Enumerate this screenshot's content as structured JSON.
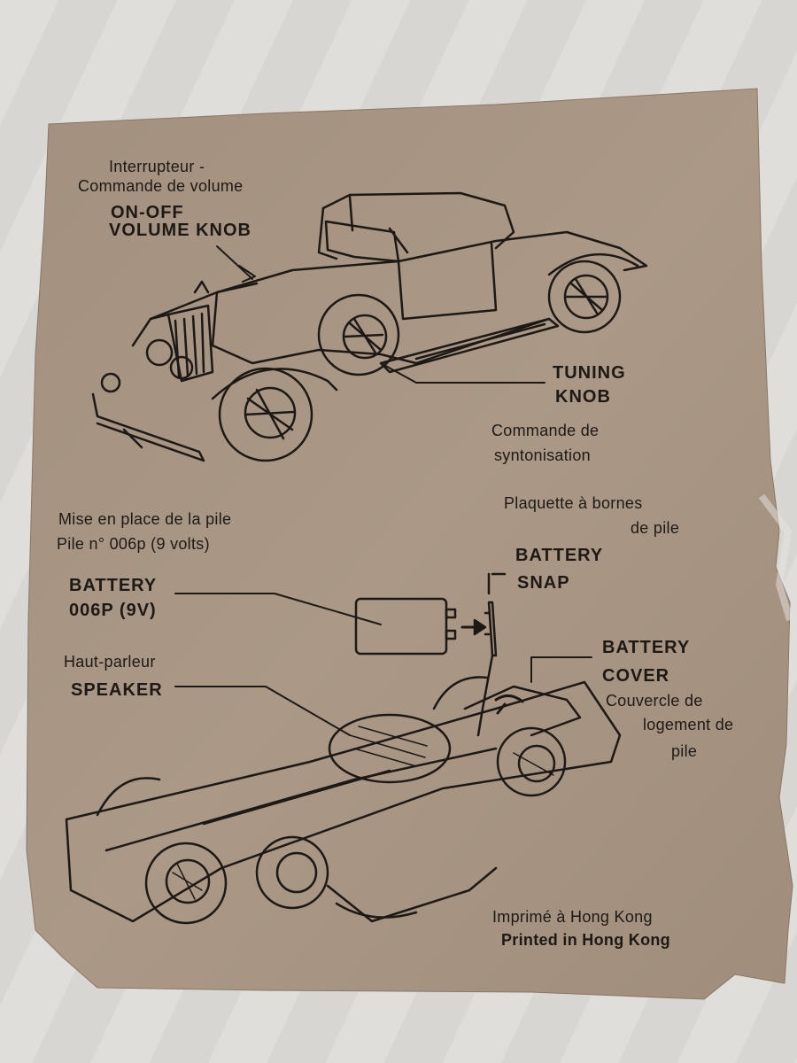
{
  "labels": {
    "volume_fr_1": "Interrupteur -",
    "volume_fr_2": "Commande de volume",
    "volume_en_1": "ON-OFF",
    "volume_en_2": "VOLUME KNOB",
    "tuning_en_1": "TUNING",
    "tuning_en_2": "KNOB",
    "tuning_fr_1": "Commande de",
    "tuning_fr_2": "syntonisation",
    "pile_fr_1": "Mise en place de la pile",
    "pile_fr_2": "Pile n° 006p (9 volts)",
    "snap_fr_1": "Plaquette à bornes",
    "snap_fr_2": "de pile",
    "snap_en_1": "BATTERY",
    "snap_en_2": "SNAP",
    "battery_en_1": "BATTERY",
    "battery_en_2": "006P (9V)",
    "speaker_fr": "Haut-parleur",
    "speaker_en": "SPEAKER",
    "cover_en_1": "BATTERY",
    "cover_en_2": "COVER",
    "cover_fr_1": "Couvercle de",
    "cover_fr_2": "logement de",
    "cover_fr_3": "pile",
    "printed_fr": "Imprimé à Hong Kong",
    "printed_en": "Printed in Hong Kong"
  },
  "colors": {
    "paper": "#a89583",
    "ink": "#1d1915"
  },
  "icons": {
    "car_top": "car-illustration-icon",
    "car_bottom": "car-underside-icon",
    "battery": "battery-icon",
    "arrow": "arrow-right-icon"
  }
}
